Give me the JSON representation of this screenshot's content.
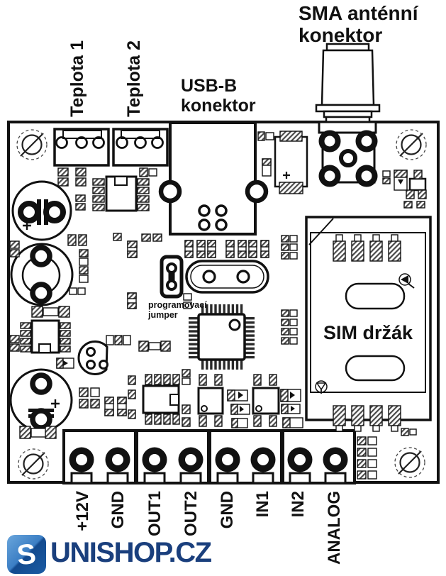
{
  "diagram": {
    "title_labels": {
      "teplota1": "Teplota 1",
      "teplota2": "Teplota 2",
      "usb": [
        "USB-B",
        "konektor"
      ],
      "sma": [
        "SMA anténní",
        "konektor"
      ],
      "jumper": [
        "programovací",
        "jumper"
      ],
      "sim": "SIM držák"
    },
    "terminal_labels": [
      "+12V",
      "GND",
      "OUT1",
      "OUT2",
      "GND",
      "IN1",
      "IN2",
      "ANALOG"
    ],
    "colors": {
      "line": "#111111",
      "logo_blue": "#1a3f7d",
      "logo_icon_top": "#6aa6dc",
      "logo_icon_bottom": "#134a8e"
    }
  },
  "logo": {
    "text": "UNISHOP.CZ",
    "icon_glyph": "S"
  }
}
